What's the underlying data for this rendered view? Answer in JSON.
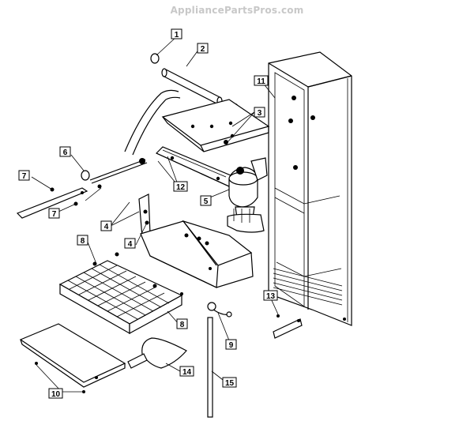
{
  "watermark": "AppliancePartsPros.com",
  "callouts": [
    {
      "label": "1"
    },
    {
      "label": "2"
    },
    {
      "label": "3"
    },
    {
      "label": "6"
    },
    {
      "label": "7"
    },
    {
      "label": "7"
    },
    {
      "label": "12"
    },
    {
      "label": "5"
    },
    {
      "label": "4"
    },
    {
      "label": "4"
    },
    {
      "label": "8"
    },
    {
      "label": "8"
    },
    {
      "label": "9"
    },
    {
      "label": "10"
    },
    {
      "label": "14"
    },
    {
      "label": "15"
    },
    {
      "label": "13"
    },
    {
      "label": "11"
    }
  ]
}
